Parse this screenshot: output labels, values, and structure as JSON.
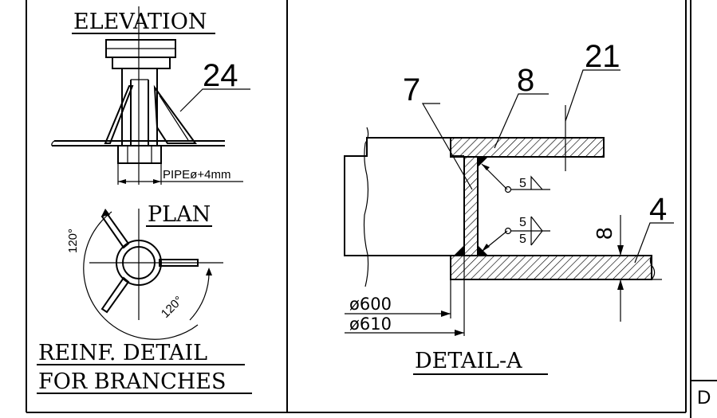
{
  "left_panel": {
    "elevation_title": "ELEVATION",
    "item_24": "24",
    "pipe_dim": "PIPEø+4mm",
    "plan_title": "PLAN",
    "angle_1": "120°",
    "angle_2": "120°",
    "caption_line1": "REINF. DETAIL",
    "caption_line2": "FOR BRANCHES"
  },
  "right_panel": {
    "item_7": "7",
    "item_8": "8",
    "item_21": "21",
    "item_4": "4",
    "weld_1": "5",
    "weld_2_top": "5",
    "weld_2_bottom": "5",
    "thickness": "8",
    "dia_600": "ø600",
    "dia_610": "ø610",
    "title": "DETAIL-A"
  },
  "sheet": {
    "sheet_letter": "D"
  }
}
